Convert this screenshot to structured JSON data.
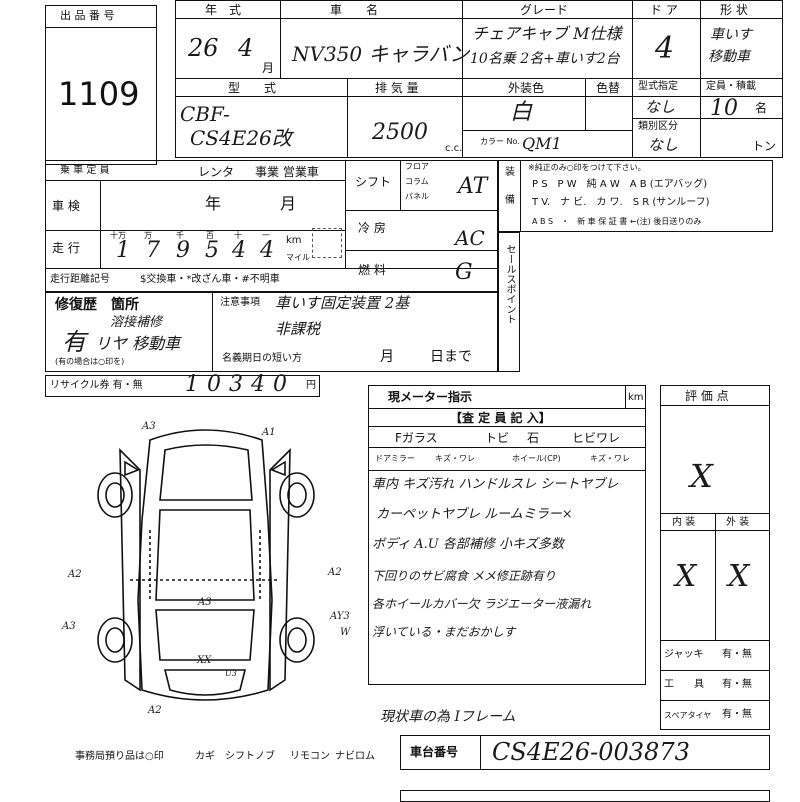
{
  "lot": {
    "header": "出 品 番 号",
    "number": "1109"
  },
  "header": {
    "year_label": "年　式",
    "car_name_label": "車　　名",
    "grade_label": "グレード",
    "door_label": "ド ア",
    "shape_label": "形 状",
    "year_value": "26",
    "month_value": "4",
    "month_unit": "月",
    "car_name_value": "NV350 キャラバン",
    "grade_value_1": "チェアキャブ M仕様",
    "grade_value_2": "10名乗 2名+車いす2台",
    "door_value": "4",
    "shape_value_1": "車いす",
    "shape_value_2": "移動車"
  },
  "spec": {
    "model_label": "型　　式",
    "displacement_label": "排 気 量",
    "exterior_color_label": "外装色",
    "color_label": "色替",
    "model_designation_label": "型式指定",
    "capacity_label": "定員・積載",
    "category_label": "類別区分",
    "model_value_1": "CBF-",
    "model_value_2": "CS4E26改",
    "displacement_value": "2500",
    "cc_unit": "c.c.",
    "exterior_color_value": "白",
    "color_no_label": "カラー No.",
    "color_no_value": "QM1",
    "model_designation_value": "なし",
    "category_value": "なし",
    "capacity_value": "10",
    "capacity_unit": "名",
    "load_unit": "トン"
  },
  "details": {
    "jyoushi_label": "乗 車 定 員",
    "rental_label": "レンタ",
    "business_label": "事業 営業車",
    "inspection_label": "車 検",
    "year_label": "年",
    "month_label": "月",
    "mileage_label": "走 行",
    "digit_units": [
      "十万",
      "万",
      "千",
      "百",
      "十",
      "一"
    ],
    "mileage_digits": [
      "1",
      "7",
      "9",
      "5",
      "4",
      "4"
    ],
    "km_label": "km",
    "mile_label": "マイル",
    "mileage_note": "走行距離記号",
    "mileage_note_legend": "$交換車・*改ざん車・#不明車",
    "shift_label": "シフト",
    "shift_options": [
      "フロア",
      "コラム",
      "パネル"
    ],
    "shift_value": "AT",
    "cooling_label": "冷 房",
    "cooling_value": "AC",
    "fuel_label": "燃 料",
    "fuel_value": "G"
  },
  "equipment": {
    "label": "装 備",
    "note": "※純正のみ○印をつけて下さい。",
    "line1": "P S　P W　純 A W　A B (エアバッグ)",
    "line2": "T V.　ナ ビ.　カ ワ.　S R (サンルーフ)",
    "line3": "A B S　・　新 車 保 証 書 ←(注) 後日送りのみ",
    "sales_point_label": "セールスポイント"
  },
  "repair": {
    "label": "修復歴　箇所",
    "value": "有",
    "value_paren": "(有の場合は○印を)",
    "note_1": "リヤ 移動車",
    "note_2": "溶接補修",
    "caution_label": "注意事項",
    "caution_value_1": "車いす固定装置 2基",
    "caution_value_2": "非課税",
    "deadline_label": "名義期日の短い方",
    "month_label": "月",
    "day_label": "日まで"
  },
  "recycle": {
    "label": "リサイクル券 有・無",
    "value": "10340",
    "unit": "円"
  },
  "meter": {
    "label": "現メーター指示",
    "unit": "km",
    "inspector_label": "【査 定 員 記 入】",
    "front_glass": "Fガラス",
    "tobi": "トビ",
    "ishi": "石",
    "hibiware": "ヒビワレ",
    "mirror": "ドアミラー",
    "mirror_opts": "キズ・ワレ",
    "wheel": "ホイール(CP)",
    "wheel_opts": "キズ・ワレ"
  },
  "notes": [
    "車内 キズ汚れ ハンドルスレ シートヤブレ",
    "カーペットヤブレ ルームミラー×",
    "ボディ A.U 各部補修 小キズ多数",
    "下回りのサビ腐食 メメ修正跡有り",
    "各ホイールカバー欠 ラジエーター液漏れ",
    "浮いている・まだおかしす",
    "現状車の為 Iフレーム"
  ],
  "grade": {
    "label": "評 価 点",
    "value": "X",
    "interior_label": "内 装",
    "exterior_label": "外 装",
    "interior_value": "X",
    "exterior_value": "X"
  },
  "accessories": {
    "jack": "ジャッキ",
    "tools": "工　　具",
    "spare": "スペアタイヤ",
    "yesno": "有・無"
  },
  "chassis": {
    "label": "車台番号",
    "value": "CS4E26-003873"
  },
  "diagram_marks": {
    "a3_top": "A3",
    "a1_top": "A1",
    "a2_left": "A2",
    "a2_right": "A2",
    "a3_center": "A3",
    "a3_left": "A3",
    "ay3_right": "AY3",
    "w_mark": "W",
    "xx": "XX",
    "u3": "U3",
    "a2_bottom": "A2"
  },
  "footer": {
    "office_note": "事務局預り品は○印",
    "key": "カギ",
    "shift_knob": "シフトノブ",
    "remote": "リモコン",
    "navi_rom": "ナビロム"
  }
}
